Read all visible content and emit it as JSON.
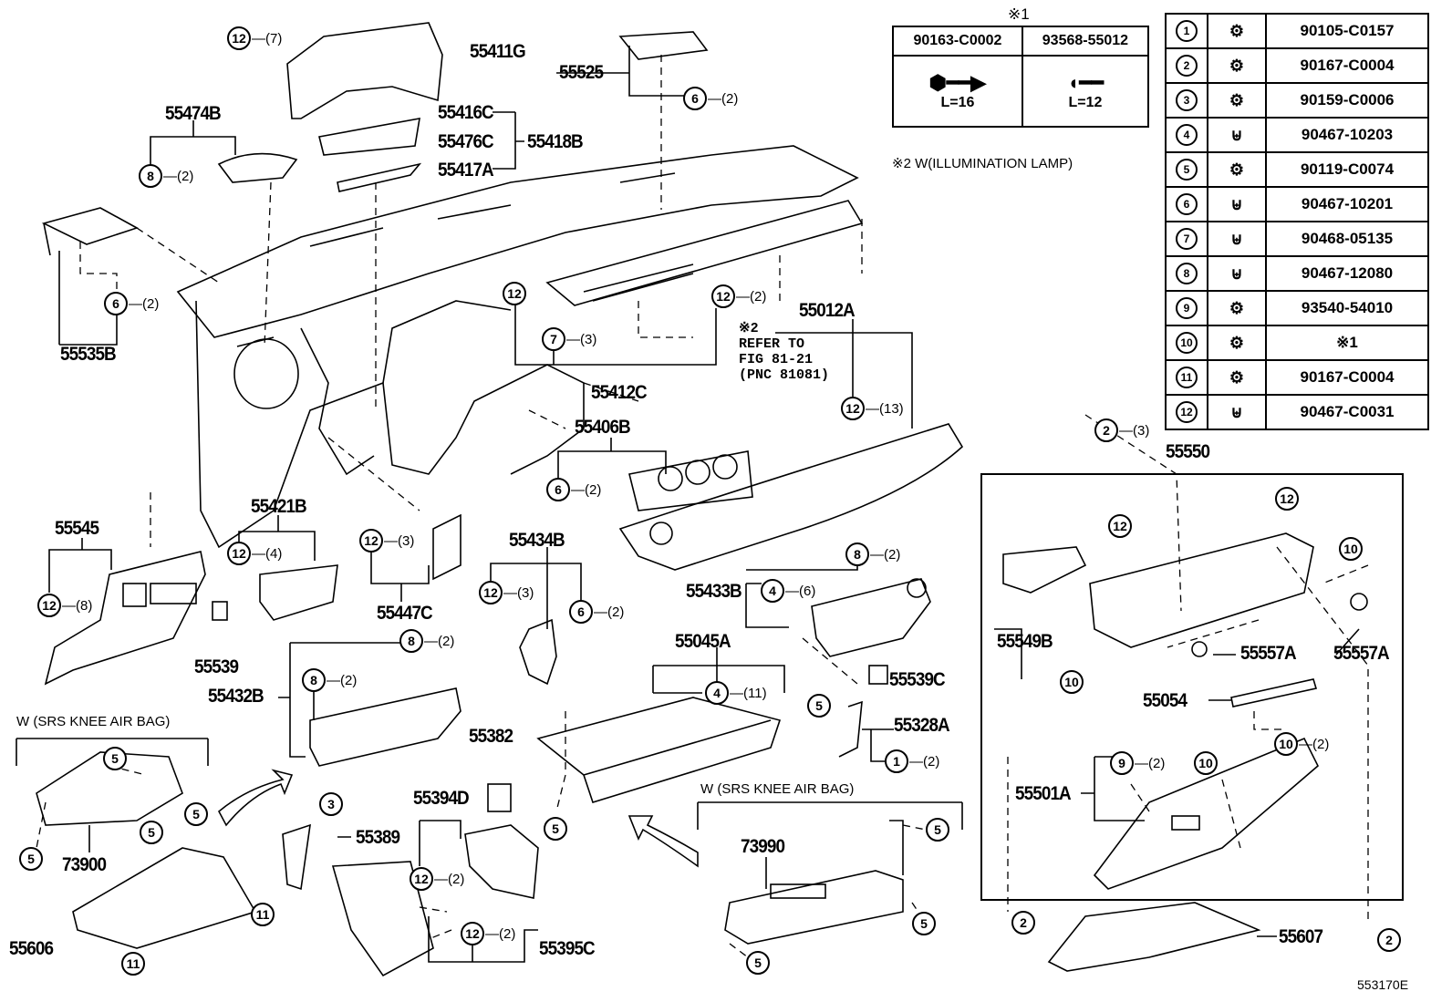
{
  "parts": {
    "p55411G": "55411G",
    "p55525": "55525",
    "p55474B": "55474B",
    "p55416C": "55416C",
    "p55476C": "55476C",
    "p55418B": "55418B",
    "p55417A": "55417A",
    "p55535B": "55535B",
    "p55012A": "55012A",
    "p55412C": "55412C",
    "p55406B": "55406B",
    "p55545": "55545",
    "p55421B": "55421B",
    "p55447C": "55447C",
    "p55434B": "55434B",
    "p55433B": "55433B",
    "p55539": "55539",
    "p55432B": "55432B",
    "p55045A": "55045A",
    "p55539C": "55539C",
    "p55328A": "55328A",
    "p55382": "55382",
    "p55394D": "55394D",
    "p55389": "55389",
    "p73900": "73900",
    "p73990": "73990",
    "p55606": "55606",
    "p55395C": "55395C",
    "p55550": "55550",
    "p55549B": "55549B",
    "p55557A": "55557A",
    "p55054": "55054",
    "p55501A": "55501A",
    "p55607": "55607"
  },
  "notes": {
    "srs_knee_airbag": "W (SRS  KNEE  AIR  BAG)",
    "refer_mark": "※2",
    "refer_line1": "REFER TO",
    "refer_line2": "FIG 81-21",
    "refer_line3": "(PNC 81081)",
    "illumination": "※2 W(ILLUMINATION LAMP)",
    "figure_code": "553170E"
  },
  "callouts": [
    {
      "num": "12",
      "qty": "(7)"
    },
    {
      "num": "6",
      "qty": "(2)"
    },
    {
      "num": "8",
      "qty": "(2)"
    },
    {
      "num": "6",
      "qty": "(2)"
    },
    {
      "num": "12",
      "qty": ""
    },
    {
      "num": "7",
      "qty": "(3)"
    },
    {
      "num": "12",
      "qty": "(2)"
    },
    {
      "num": "12",
      "qty": "(13)"
    },
    {
      "num": "2",
      "qty": "(3)"
    },
    {
      "num": "6",
      "qty": "(2)"
    },
    {
      "num": "12",
      "qty": "(4)"
    },
    {
      "num": "12",
      "qty": "(3)"
    },
    {
      "num": "12",
      "qty": "(3)"
    },
    {
      "num": "6",
      "qty": "(2)"
    },
    {
      "num": "12",
      "qty": "(8)"
    },
    {
      "num": "8",
      "qty": "(2)"
    },
    {
      "num": "4",
      "qty": "(6)"
    },
    {
      "num": "8",
      "qty": "(2)"
    },
    {
      "num": "8",
      "qty": "(2)"
    },
    {
      "num": "4",
      "qty": "(11)"
    },
    {
      "num": "5",
      "qty": ""
    },
    {
      "num": "1",
      "qty": "(2)"
    },
    {
      "num": "5",
      "qty": ""
    },
    {
      "num": "5",
      "qty": ""
    },
    {
      "num": "5",
      "qty": ""
    },
    {
      "num": "5",
      "qty": ""
    },
    {
      "num": "3",
      "qty": ""
    },
    {
      "num": "5",
      "qty": ""
    },
    {
      "num": "12",
      "qty": "(2)"
    },
    {
      "num": "12",
      "qty": "(2)"
    },
    {
      "num": "11",
      "qty": ""
    },
    {
      "num": "11",
      "qty": ""
    },
    {
      "num": "5",
      "qty": ""
    },
    {
      "num": "5",
      "qty": ""
    },
    {
      "num": "5",
      "qty": ""
    },
    {
      "num": "12",
      "qty": ""
    },
    {
      "num": "12",
      "qty": ""
    },
    {
      "num": "10",
      "qty": ""
    },
    {
      "num": "10",
      "qty": ""
    },
    {
      "num": "10",
      "qty": "(2)"
    },
    {
      "num": "9",
      "qty": "(2)"
    },
    {
      "num": "10",
      "qty": ""
    },
    {
      "num": "2",
      "qty": ""
    },
    {
      "num": "2",
      "qty": ""
    }
  ],
  "special_table": {
    "mark": "※1",
    "columns": [
      "90163-C0002",
      "93568-55012"
    ],
    "lengths": [
      "L=16",
      "L=12"
    ]
  },
  "fastener_table": [
    {
      "num": "1",
      "icon": "screw-icon",
      "part": "90105-C0157"
    },
    {
      "num": "2",
      "icon": "screw-icon",
      "part": "90167-C0004"
    },
    {
      "num": "3",
      "icon": "screw-icon",
      "part": "90159-C0006"
    },
    {
      "num": "4",
      "icon": "clip-icon",
      "part": "90467-10203"
    },
    {
      "num": "5",
      "icon": "screw-icon",
      "part": "90119-C0074"
    },
    {
      "num": "6",
      "icon": "clip-icon",
      "part": "90467-10201"
    },
    {
      "num": "7",
      "icon": "clip-icon",
      "part": "90468-05135"
    },
    {
      "num": "8",
      "icon": "clip-icon",
      "part": "90467-12080"
    },
    {
      "num": "9",
      "icon": "screw-icon",
      "part": "93540-54010"
    },
    {
      "num": "10",
      "icon": "screw-icon",
      "part": "※1"
    },
    {
      "num": "11",
      "icon": "screw-icon",
      "part": "90167-C0004"
    },
    {
      "num": "12",
      "icon": "clip-icon",
      "part": "90467-C0031"
    }
  ]
}
